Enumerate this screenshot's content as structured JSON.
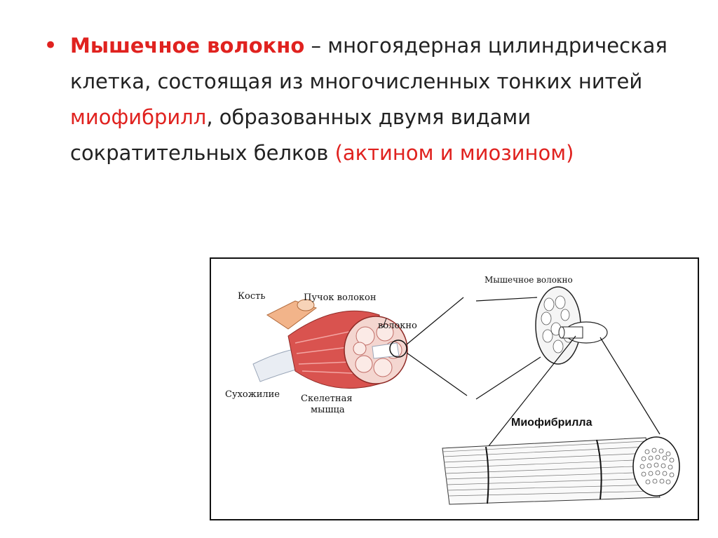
{
  "slide": {
    "bullet_symbol": "•",
    "paragraph": {
      "term": "Мышечное волокно",
      "part1": " – многоядерная цилиндрическая клетка, состоящая из многочисленных тонких нитей ",
      "myofibril_word": "миофибрилл",
      "part2": ", образованных двумя видами сократительных белков ",
      "proteins": "(актином и миозином)"
    }
  },
  "figure": {
    "labels": {
      "bone": "Кость",
      "fiber_bundle": "Пучок волокон",
      "fiber": "волокно",
      "tendon": "Сухожилие",
      "skeletal_muscle_line1": "Скелетная",
      "skeletal_muscle_line2": "мышца",
      "muscle_fiber": "Мышечное волокно",
      "myofibril": "Миофибрилла"
    },
    "colors": {
      "accent_red": "#e0221f",
      "muscle": "#d9534f",
      "bone": "#f2b48a"
    }
  }
}
